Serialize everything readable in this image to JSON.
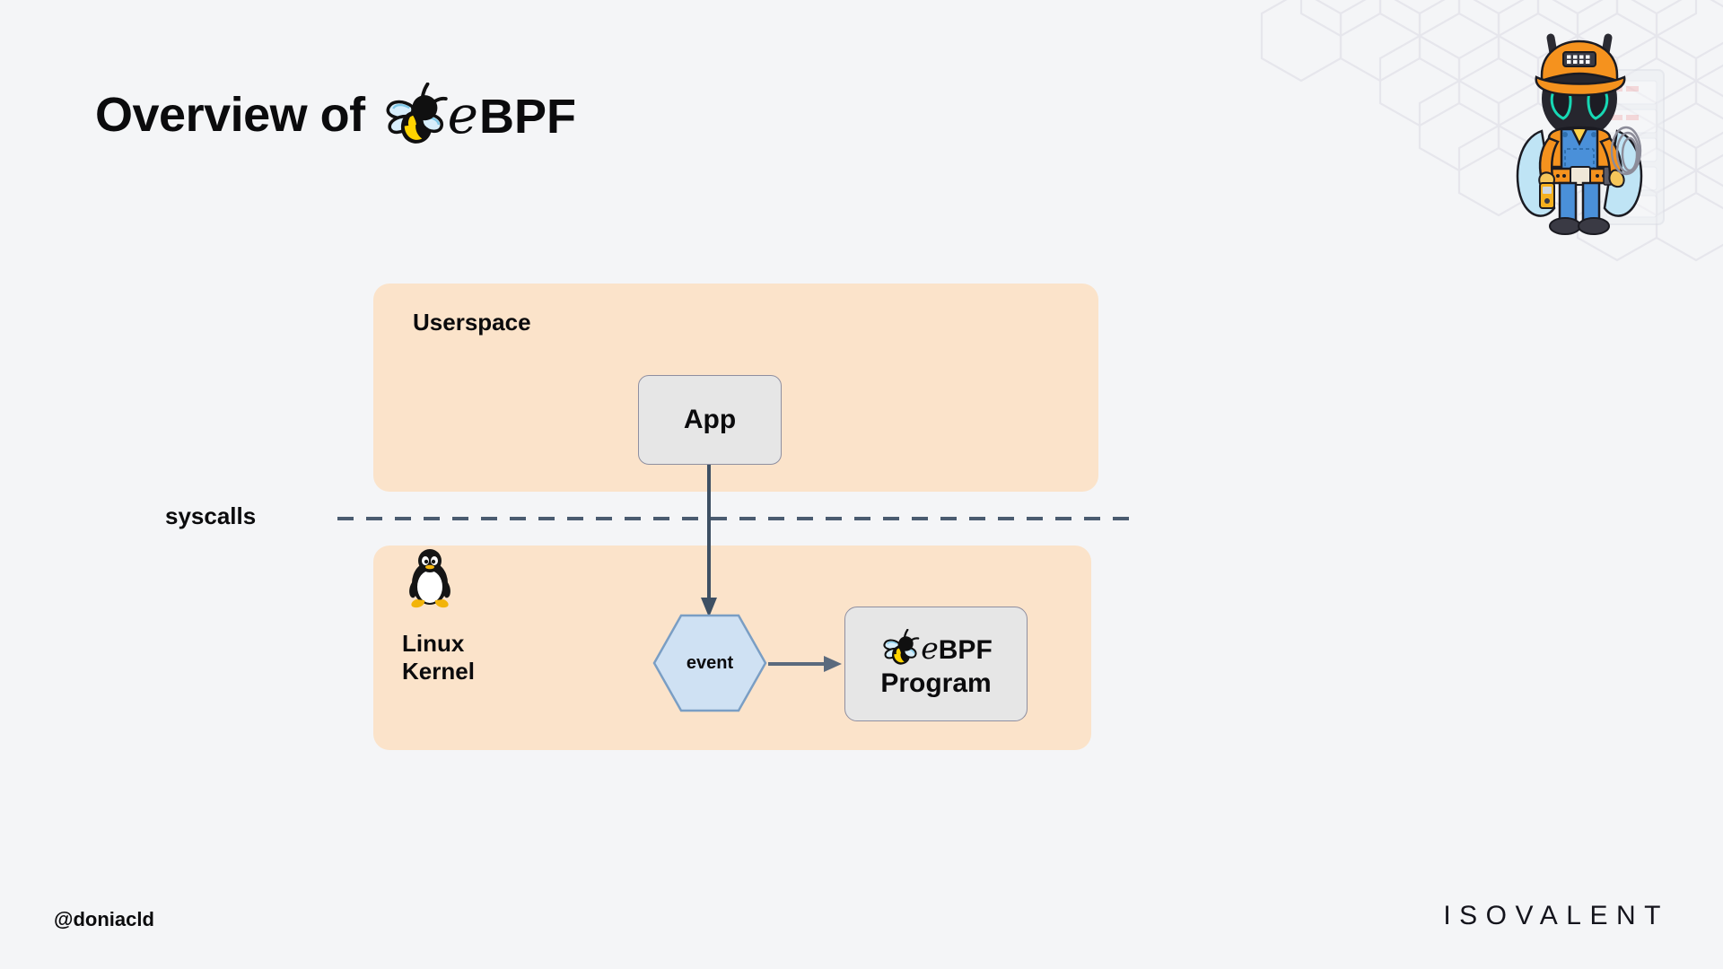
{
  "slide": {
    "background_color": "#f4f5f7",
    "title": {
      "prefix": "Overview of ",
      "logo_icon": "ebpf-bee-icon",
      "e": "e",
      "bpf": "BPF"
    }
  },
  "decor": {
    "honeycomb_icon": "honeycomb-pattern-icon",
    "honeycomb_color": "#e7e7ed",
    "mascot_icon": "isovalent-bee-engineer-mascot-icon"
  },
  "diagram": {
    "panel_color": "#fbe3ca",
    "userspace": {
      "label": "Userspace"
    },
    "kernel": {
      "label": "Linux\nKernel",
      "tux_icon": "tux-penguin-icon"
    },
    "boundary": {
      "label": "syscalls",
      "line_style": "dashed",
      "line_color": "#4a5b70"
    },
    "app": {
      "label": "App",
      "fill": "#e6e6e6",
      "stroke": "#8f8fa0"
    },
    "event": {
      "label": "event",
      "shape": "hexagon",
      "fill": "#cfe1f3",
      "stroke": "#7a9ec4"
    },
    "program": {
      "logo_icon": "ebpf-bee-icon",
      "e": "e",
      "bpf": "BPF",
      "name": "Program",
      "fill": "#e6e6e6",
      "stroke": "#8f8fa0"
    },
    "arrows": [
      {
        "name": "app-to-event",
        "from": "App",
        "to": "event",
        "direction": "down",
        "color": "#3d4f63"
      },
      {
        "name": "event-to-program",
        "from": "event",
        "to": "eBPF Program",
        "direction": "right",
        "color": "#5a6a7d"
      }
    ]
  },
  "footer": {
    "handle": "@doniacld",
    "brand": "ISOVALENT",
    "brand_letters": [
      "I",
      "S",
      "O",
      "V",
      "A",
      "L",
      "E",
      "N",
      "T"
    ]
  }
}
